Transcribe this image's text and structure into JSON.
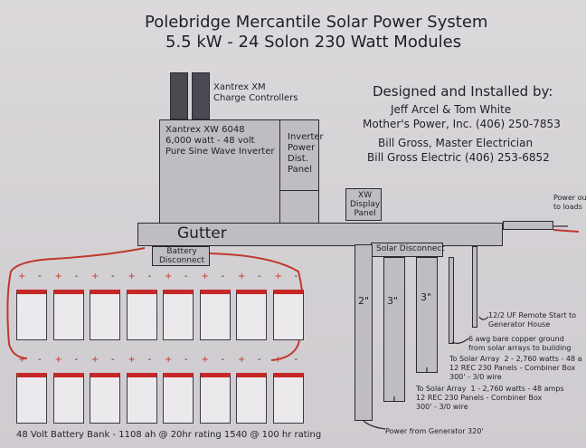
{
  "title": {
    "line1": "Polebridge Mercantile  Solar Power System",
    "line2": "5.5 kW - 24 Solon 230 Watt Modules"
  },
  "credits": {
    "heading": "Designed and Installed by:",
    "line1": "Jeff Arcel & Tom White",
    "line2": "Mother's Power, Inc. (406) 250-7853",
    "line3": "Bill Gross, Master Electrician",
    "line4": "Bill Gross Electric (406) 253-6852"
  },
  "components": {
    "charge_controllers": "Xantrex XM\nCharge Controllers",
    "inverter": "Xantrex XW 6048\n6,000 watt - 48 volt\nPure Sine Wave Inverter",
    "dist_panel": "Inverter\nPower\nDist.\nPanel",
    "xw_display": "XW\nDisplay\nPanel",
    "gutter": "Gutter",
    "battery_disconnect": "Battery\nDisconnect",
    "solar_disconnect": "Solar Disconnect",
    "conduit_a": "2\"",
    "conduit_b": "3\"",
    "conduit_c": "3\""
  },
  "notes": {
    "power_out": "Power out\nto loads",
    "remote_start": "12/2 UF Remote Start to\nGenerator House",
    "ground": "6 awg bare copper ground\nfrom solar arrays to building",
    "array2": "To Solar Array  2 - 2,760 watts - 48 a\n12 REC 230 Panels - Combiner Box\n300' - 3/0 wire",
    "array1": "To Solar Array  1 - 2,760 watts - 48 amps\n12 REC 230 Panels - Combiner Box\n300' - 3/0 wire",
    "generator": "Power from Generator 320'",
    "battery_bank": "48 Volt Battery Bank - 1108 ah @ 20hr rating  1540 @ 100 hr rating"
  },
  "battery": {
    "plus": "+",
    "minus": "-"
  },
  "colors": {
    "battery_top": "#c62828",
    "wire": "#c0392b",
    "box": "#bfbcc2",
    "line": "#2a2a30"
  }
}
